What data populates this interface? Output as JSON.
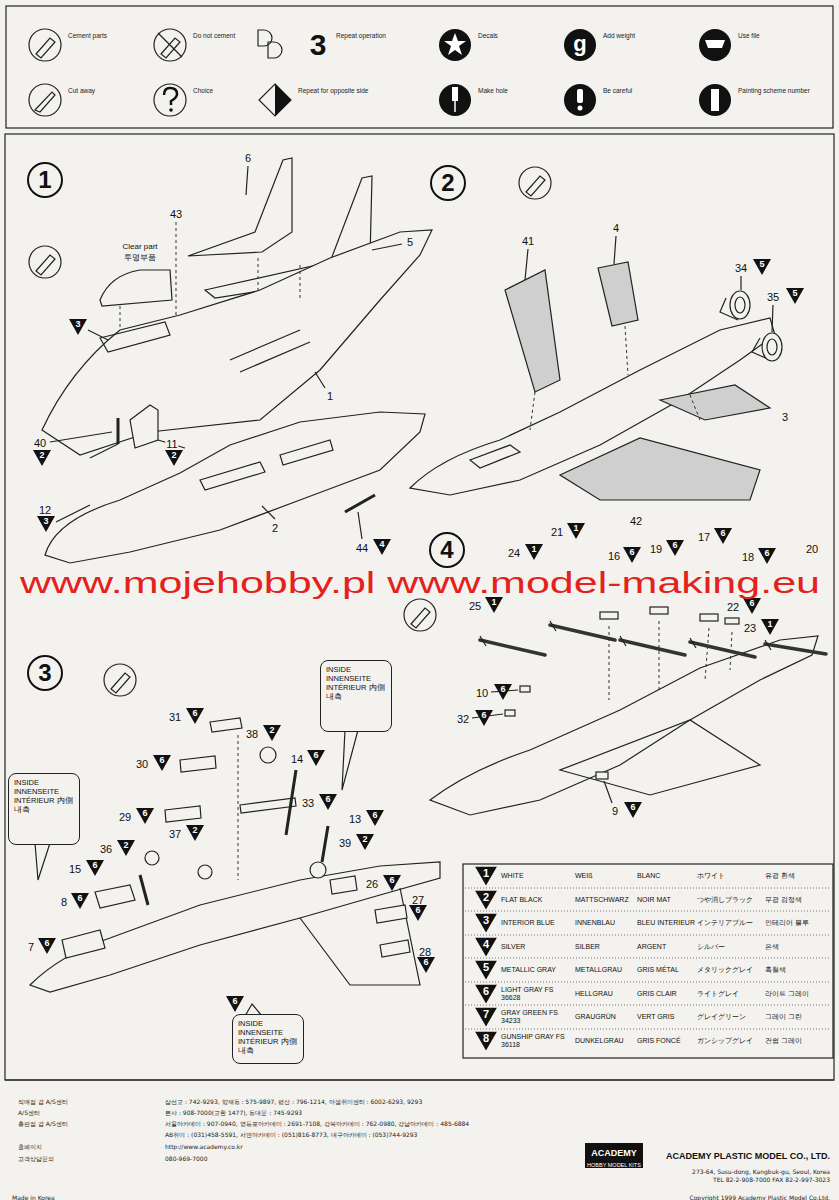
{
  "diagram": {
    "nodes": [
      {
        "text": [
          "1"
        ]
      },
      {
        "text": [
          "2"
        ]
      },
      {
        "text": [
          "3"
        ]
      },
      {
        "text": [
          "4"
        ]
      },
      {
        "text": [
          "INSIDE INNENSEITE INTÉRIEUR 内側 내측"
        ]
      },
      {
        "text": [
          "INSIDE INNENSEITE INTÉRIEUR 内側 내측"
        ]
      },
      {
        "text": [
          "INSIDE INNENSEITE INTÉRIEUR 内側 내측"
        ]
      }
    ],
    "labels": [
      "6",
      "43",
      "5",
      "Clear part",
      "투명부품",
      "3",
      "1",
      "40",
      "2",
      "11",
      "2",
      "12",
      "3",
      "2",
      "44",
      "4",
      "41",
      "4",
      "34",
      "5",
      "35",
      "5",
      "3",
      "42",
      "21",
      "1",
      "24",
      "1",
      "16",
      "6",
      "19",
      "6",
      "17",
      "6",
      "18",
      "6",
      "20",
      "22",
      "6",
      "23",
      "1",
      "25",
      "1",
      "10",
      "6",
      "32",
      "6",
      "9",
      "6",
      "31",
      "6",
      "38",
      "2",
      "30",
      "6",
      "14",
      "6",
      "33",
      "6",
      "29",
      "6",
      "13",
      "6",
      "37",
      "2",
      "36",
      "2",
      "39",
      "2",
      "15",
      "6",
      "26",
      "6",
      "8",
      "6",
      "27",
      "6",
      "7",
      "6",
      "28",
      "6",
      "6",
      "Cement parts",
      "Do not cement",
      "Repeat operation",
      "Decals",
      "Add weight",
      "Use file",
      "Cut away",
      "Choice",
      "Repeat for opposite side",
      "Make hole",
      "Be careful",
      "Painting scheme number",
      "3",
      "g",
      "www.mojehobby.pl www.model-making.eu",
      "1",
      "WHITE",
      "WEIß",
      "BLANC",
      "ホワイト",
      "유광 흰색",
      "2",
      "FLAT BLACK",
      "MATTSCHWARZ",
      "NOIR MAT",
      "つや消しブラック",
      "무광 검정색",
      "3",
      "INTERIOR BLUE",
      "INNENBLAU",
      "BLEU INTERIEUR",
      "インテリアブルー",
      "인테리어 블루",
      "4",
      "SILVER",
      "SILBER",
      "ARGENT",
      "シルバー",
      "은색",
      "5",
      "METALLIC GRAY",
      "METALLGRAU",
      "GRIS MÉTAL",
      "メタリックグレイ",
      "흑철색",
      "6",
      "LIGHT GRAY FS 36628",
      "HELLGRAU",
      "GRIS CLAIR",
      "ライトグレイ",
      "라이트 그레이",
      "7",
      "GRAY GREEN FS 34233",
      "GRAUGRÜN",
      "VERT GRIS",
      "グレイグリーン",
      "그레이 그린",
      "8",
      "GUNSHIP GRAY FS 36118",
      "DUNKELGRAU",
      "GRIS FONCÉ",
      "ガンシップグレイ",
      "건쉽 그레이",
      "직매점 겸 A/S센터",
      "A/S센터",
      "총판점 겸 A/S센터",
      "홈페이지",
      "고객상담문의",
      "삼선교 : 742-9293, 양재동 : 575-9897, 평산 : 796-1214, 아셈취미센터 : 6002-6293, 9293",
      "본사 : 908-7000(교환 1477), 동대문 : 745-9293",
      "서울아카데미 : 907-0940, 영등포아카데미 : 2691-7108, 강북아카데미 : 762-0980, 강남아카데미 : 485-6884",
      "AB취미 : (031)458-5591, 서면아카데미 : (051)816-8773, 대구아카데미 : (053)744-9293",
      "http://www.academy.co.kr",
      "080-969-7000",
      "ACADEMY",
      "HOBBY MODEL KITS",
      "ACADEMY PLASTIC MODEL CO., LTD.",
      "273-64, Susu-dong, Kangbuk-gu, Seoul, Korea",
      "TEL 82-2-908-7000 FAX 82-2-997-3023",
      "Made in Korea",
      "Copyright 1999 Academy Plastic Model Co.Ltd."
    ]
  }
}
